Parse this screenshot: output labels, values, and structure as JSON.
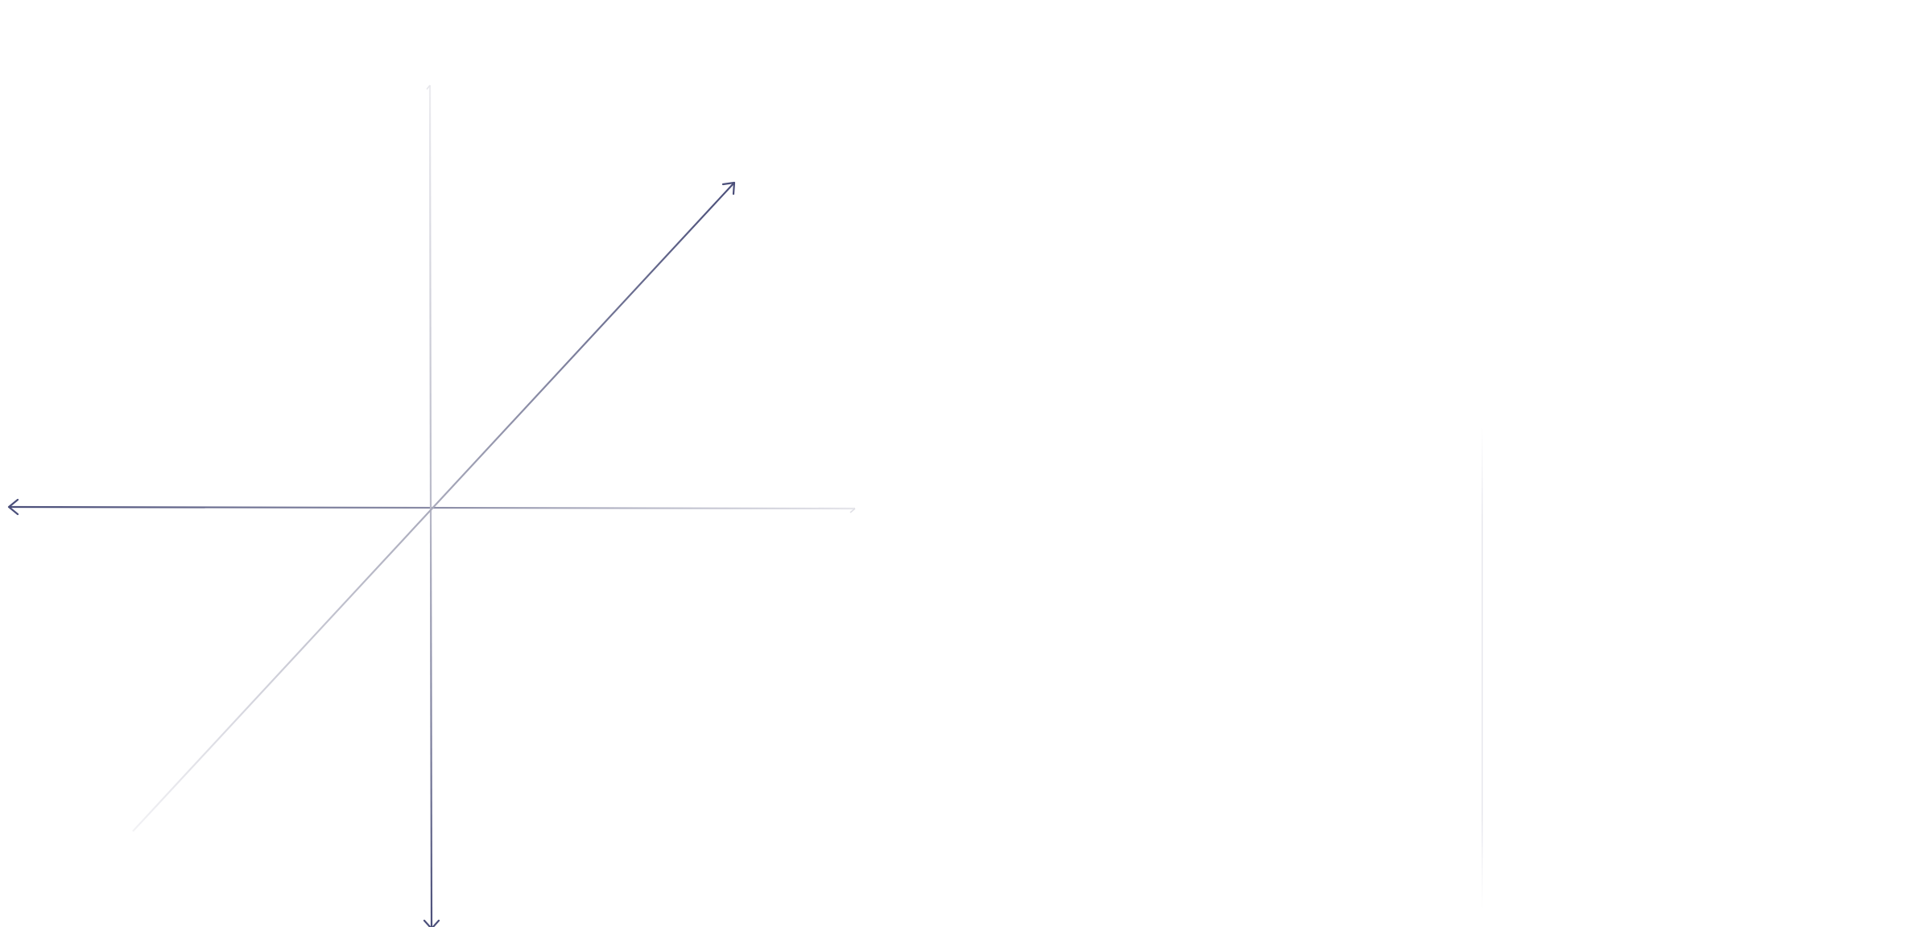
{
  "diagram": {
    "type": "3d-axes",
    "axes": [
      {
        "id": "x-axis",
        "direction": "left",
        "arrowhead": true
      },
      {
        "id": "y-axis",
        "direction": "down",
        "arrowhead": true
      },
      {
        "id": "z-axis",
        "direction": "up-right",
        "arrowhead": true
      }
    ],
    "colors": {
      "axis_strong": "#4b4f7a",
      "axis_faded": "#d9d9de",
      "background": "#ffffff",
      "divider": "#ebebf0"
    }
  }
}
